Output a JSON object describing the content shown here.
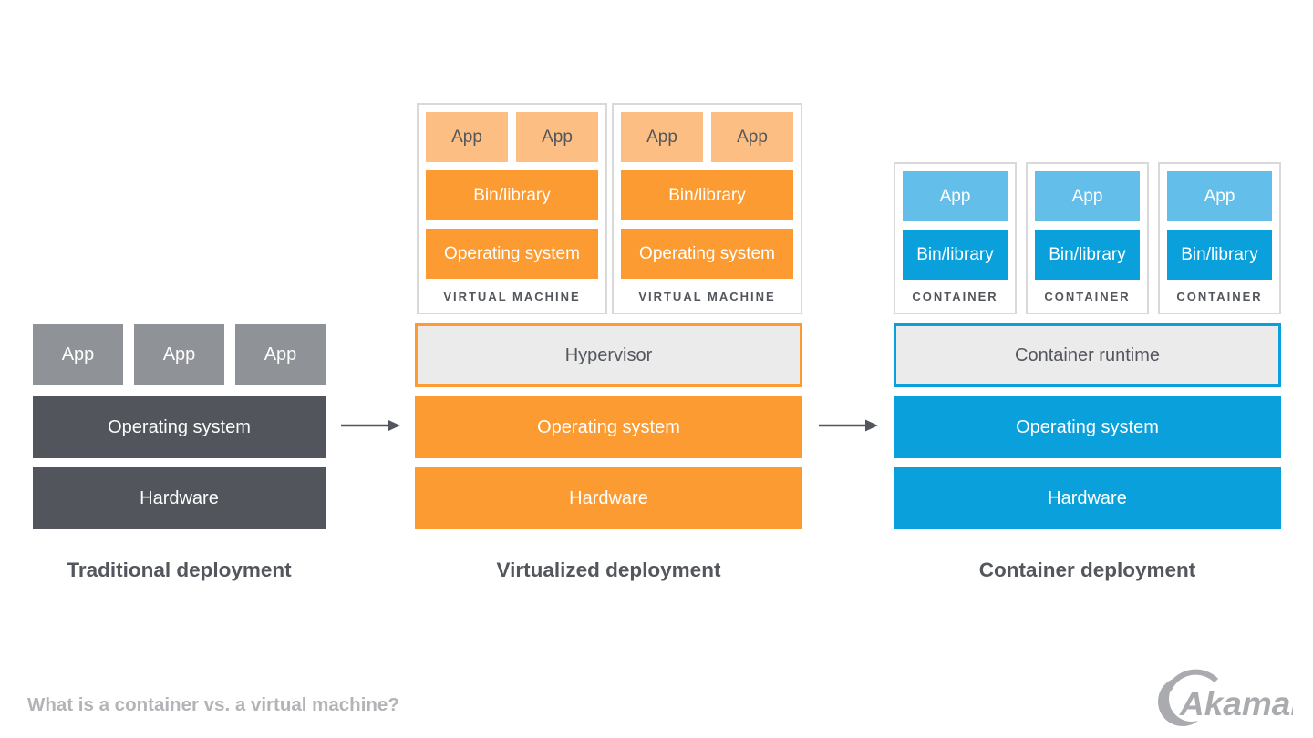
{
  "caption": "What is a container vs. a virtual machine?",
  "logo_text": "Akamai",
  "traditional": {
    "title": "Traditional deployment",
    "apps": [
      "App",
      "App",
      "App"
    ],
    "os": "Operating system",
    "hardware": "Hardware"
  },
  "virtualized": {
    "title": "Virtualized deployment",
    "vm_caption": "VIRTUAL MACHINE",
    "vms": [
      {
        "apps": [
          "App",
          "App"
        ],
        "bin": "Bin/library",
        "os": "Operating system"
      },
      {
        "apps": [
          "App",
          "App"
        ],
        "bin": "Bin/library",
        "os": "Operating system"
      }
    ],
    "hypervisor": "Hypervisor",
    "os": "Operating system",
    "hardware": "Hardware"
  },
  "containerized": {
    "title": "Container deployment",
    "container_caption": "CONTAINER",
    "containers": [
      {
        "app": "App",
        "bin": "Bin/library"
      },
      {
        "app": "App",
        "bin": "Bin/library"
      },
      {
        "app": "App",
        "bin": "Bin/library"
      }
    ],
    "runtime": "Container runtime",
    "os": "Operating system",
    "hardware": "Hardware"
  },
  "colors": {
    "orange": "#fb9b32",
    "orange_light": "#fcbe82",
    "blue": "#09a0dc",
    "blue_light": "#63beea",
    "gray_dark": "#53565c",
    "gray_box": "#52555c",
    "gray_medium": "#8f9296",
    "gray_fill": "#ebebeb",
    "border_gray": "#d9d9d9",
    "caption_gray": "#b2b4b7",
    "logo_gray": "#a9abae"
  }
}
